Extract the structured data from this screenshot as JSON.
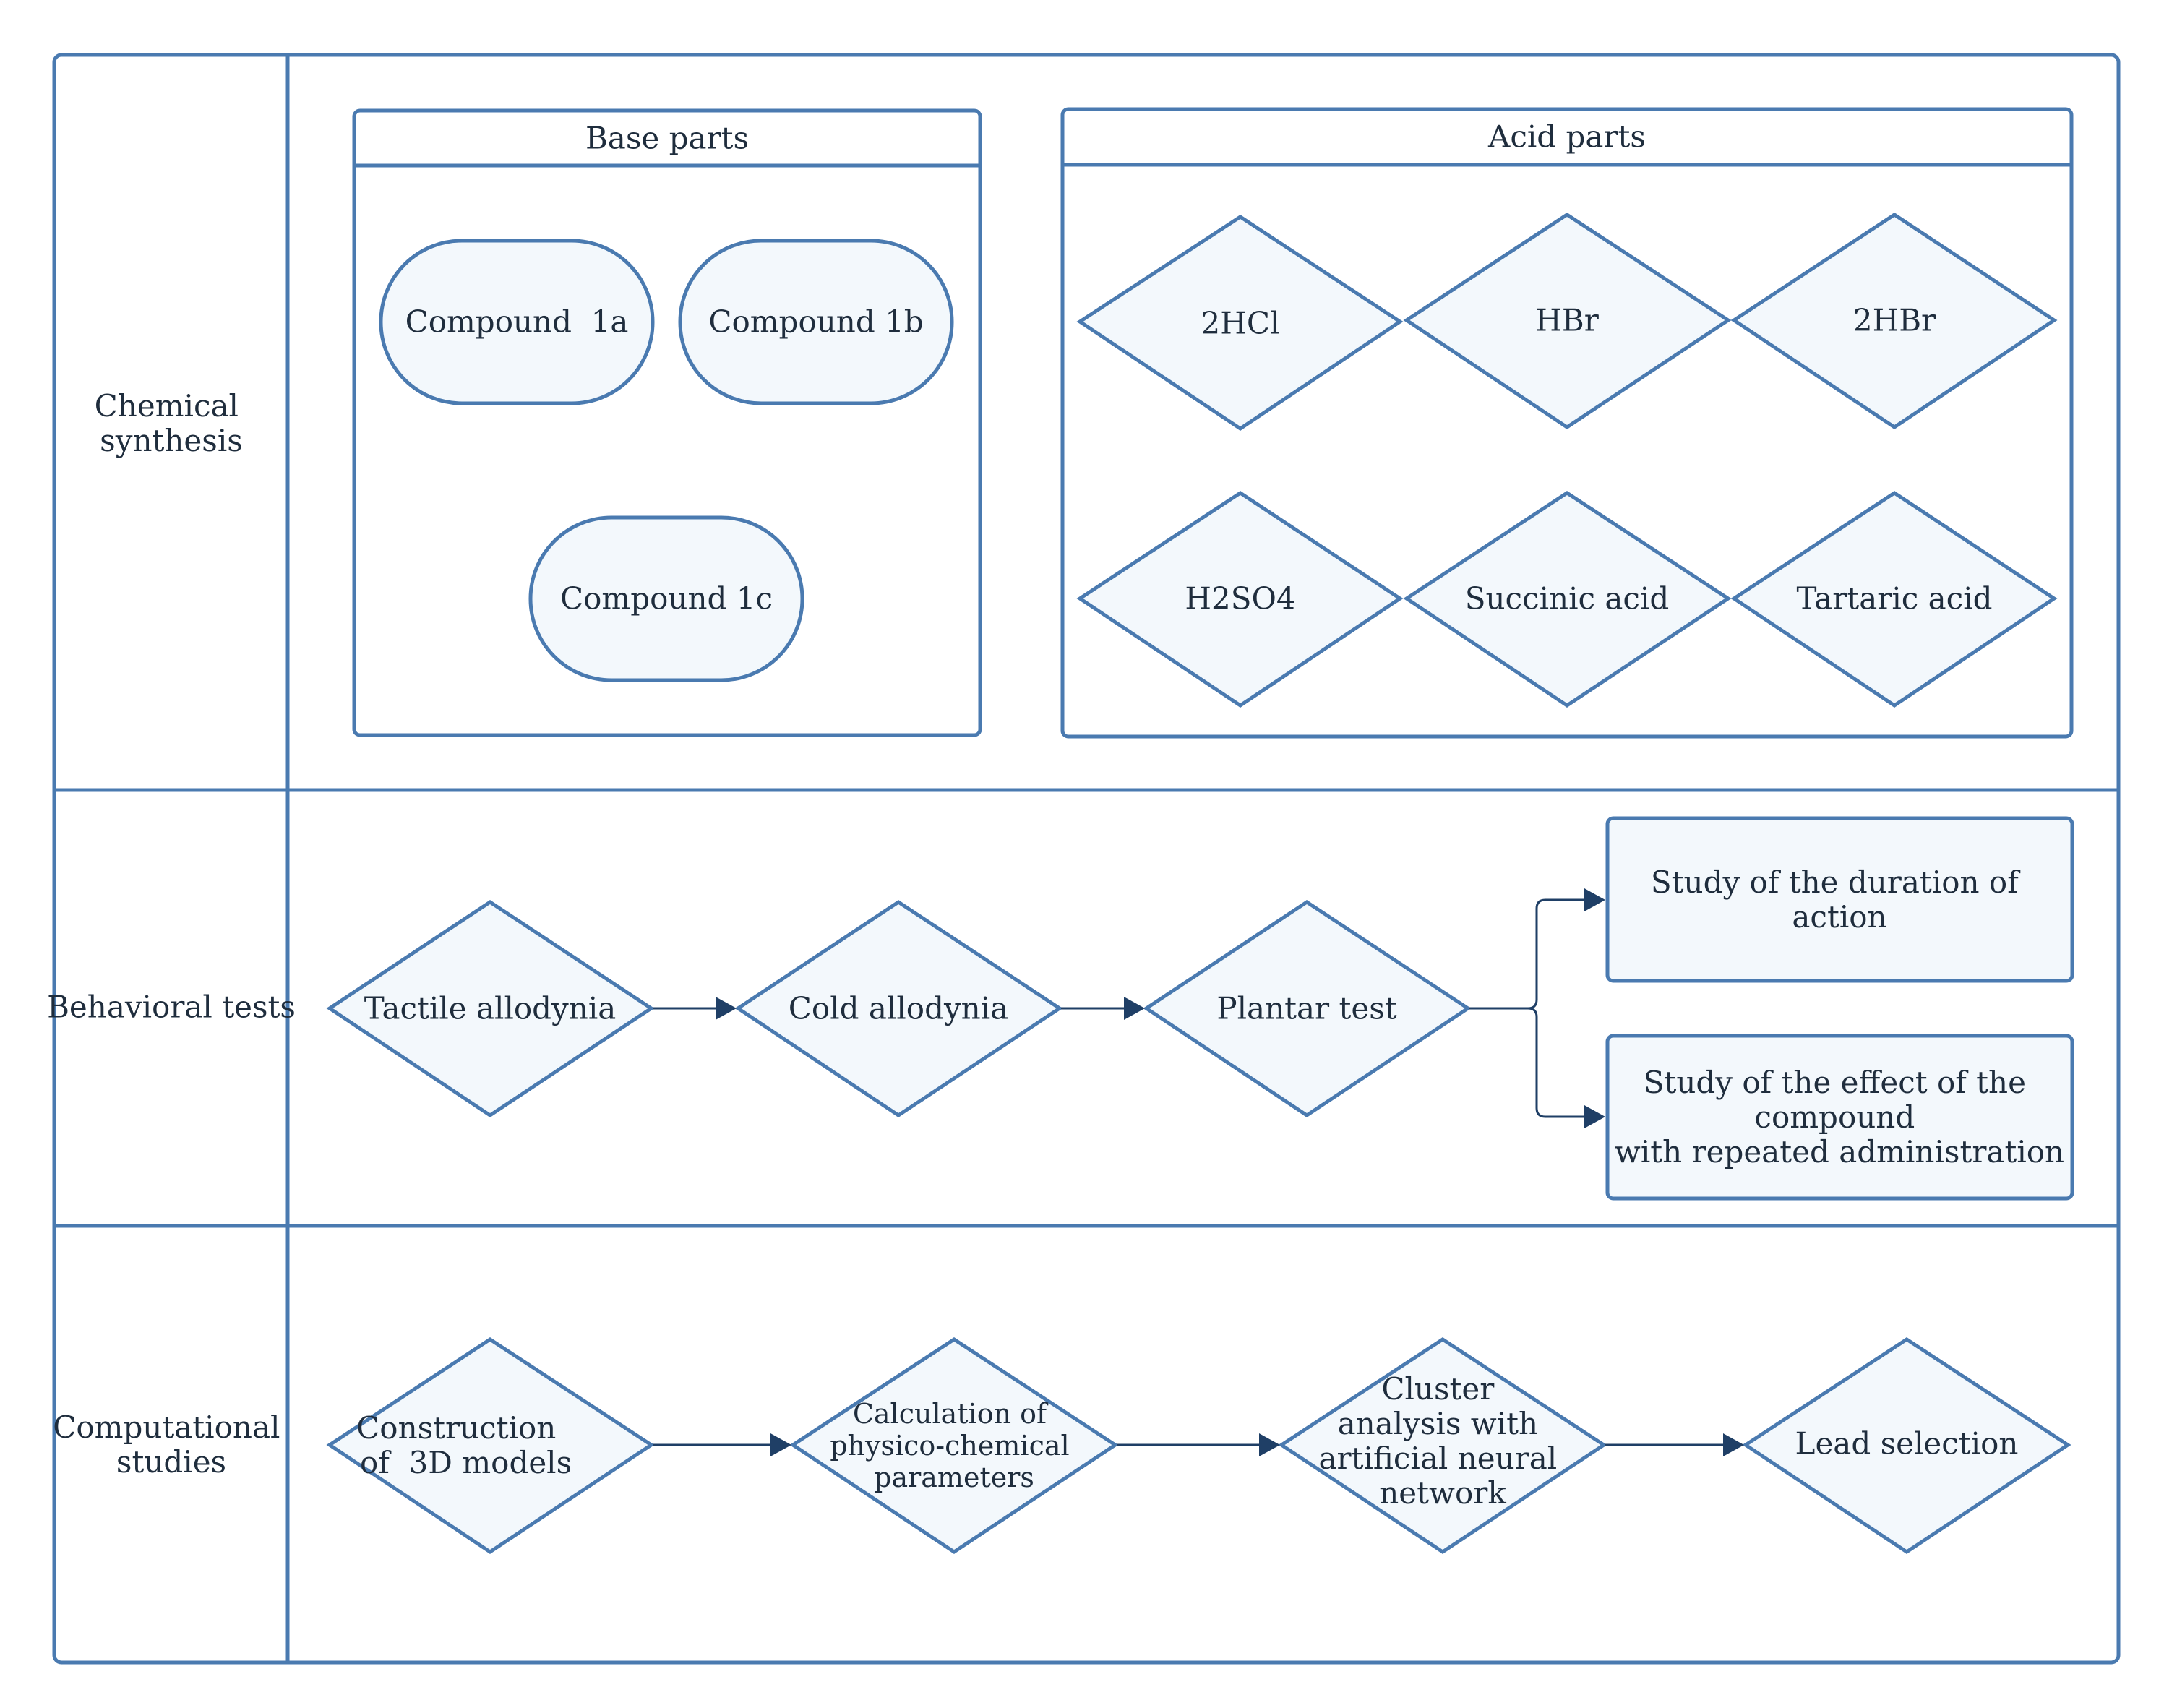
{
  "lanes": [
    {
      "label": [
        "Chemical",
        "synthesis"
      ]
    },
    {
      "label": [
        "Behavioral tests"
      ]
    },
    {
      "label": [
        "Computational",
        "studies"
      ]
    }
  ],
  "base_parts": {
    "title": "Base parts",
    "items": [
      "Compound  1a",
      "Compound 1b",
      "Compound 1c"
    ]
  },
  "acid_parts": {
    "title": "Acid parts",
    "items": [
      "2HCl",
      "HBr",
      "2HBr",
      "H2SO4",
      "Succinic acid",
      "Tartaric acid"
    ]
  },
  "behavioral": {
    "steps": [
      "Tactile allodynia",
      "Cold allodynia",
      "Plantar test"
    ],
    "outcomes": [
      [
        "Study of the duration of",
        "action"
      ],
      [
        "Study of the effect of the",
        "compound",
        "with repeated administration"
      ]
    ]
  },
  "computational": {
    "steps": [
      [
        "Construction",
        "of  3D models"
      ],
      [
        "Calculation of",
        "physico-chemical",
        "parameters"
      ],
      [
        "Cluster",
        "analysis with",
        "artificial neural",
        "network"
      ],
      [
        "Lead selection"
      ]
    ]
  },
  "colors": {
    "stroke": "#4a7ab0",
    "fill": "#f3f8fc",
    "connector": "#1f3f66",
    "text": "#1f2d3d"
  }
}
